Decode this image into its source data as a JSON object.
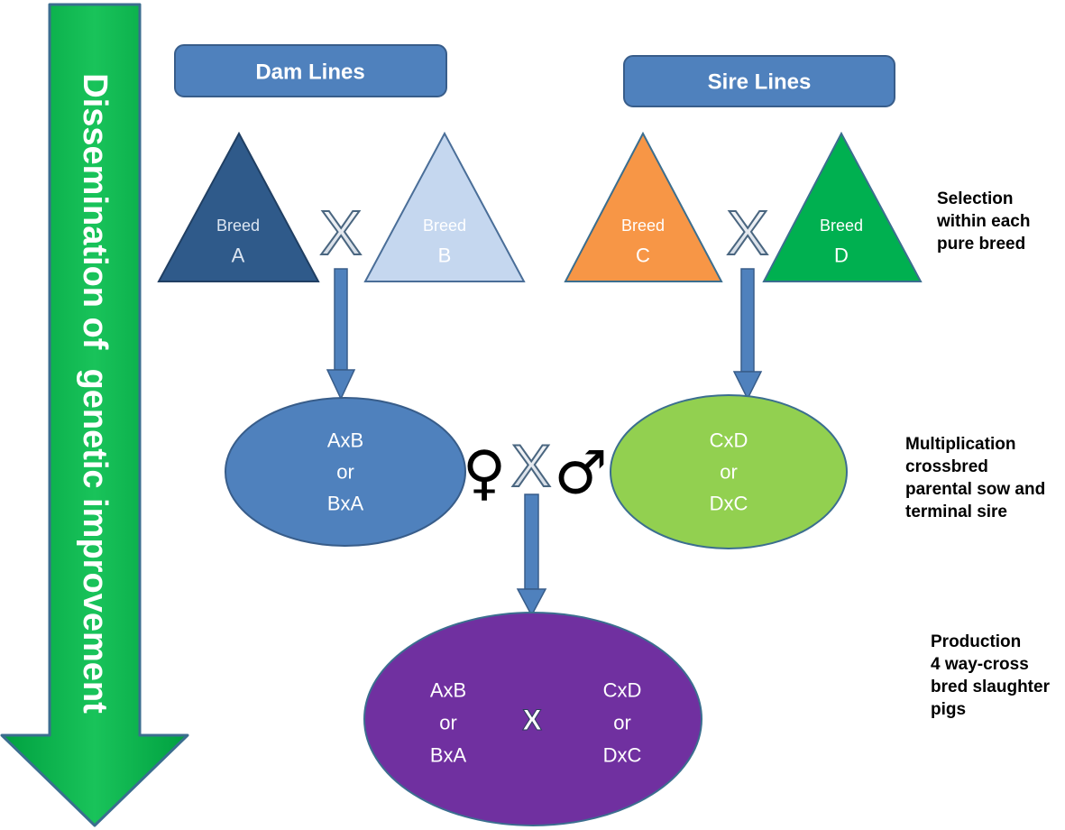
{
  "dissemination_arrow": {
    "label": "Dissemination of  genetic improvement",
    "color": "#00B050"
  },
  "headers": {
    "dam_lines": "Dam Lines",
    "sire_lines": "Sire Lines",
    "color": "#4F81BD"
  },
  "breeds": [
    {
      "word": "Breed",
      "letter": "A",
      "color": "#2F5A8A",
      "text_color": "#DDE6F2"
    },
    {
      "word": "Breed",
      "letter": "B",
      "color": "#C5D7EF",
      "text_color": "#FFFFFF"
    },
    {
      "word": "Breed",
      "letter": "C",
      "color": "#F79646",
      "text_color": "#FFFFFF"
    },
    {
      "word": "Breed",
      "letter": "D",
      "color": "#00B050",
      "text_color": "#FFFFFF"
    }
  ],
  "cross_symbol": "X",
  "female_symbol": "♀",
  "male_symbol": "♂",
  "crossbred": {
    "dam": {
      "lines": [
        "AxB",
        "or",
        "BxA"
      ],
      "color": "#4F81BD"
    },
    "sire": {
      "lines": [
        "CxD",
        "or",
        "DxC"
      ],
      "color": "#92D050"
    }
  },
  "production": {
    "color": "#7030A0",
    "left_lines": [
      "AxB",
      "or",
      "BxA"
    ],
    "right_lines": [
      "CxD",
      "or",
      "DxC"
    ],
    "cross": "X"
  },
  "side_labels": {
    "selection": [
      "Selection",
      "within each",
      "pure breed"
    ],
    "multiplication": [
      "Multiplication",
      "crossbred",
      "parental sow and",
      "terminal sire"
    ],
    "production": [
      "Production",
      "4 way-cross",
      "bred  slaughter",
      "pigs"
    ]
  }
}
